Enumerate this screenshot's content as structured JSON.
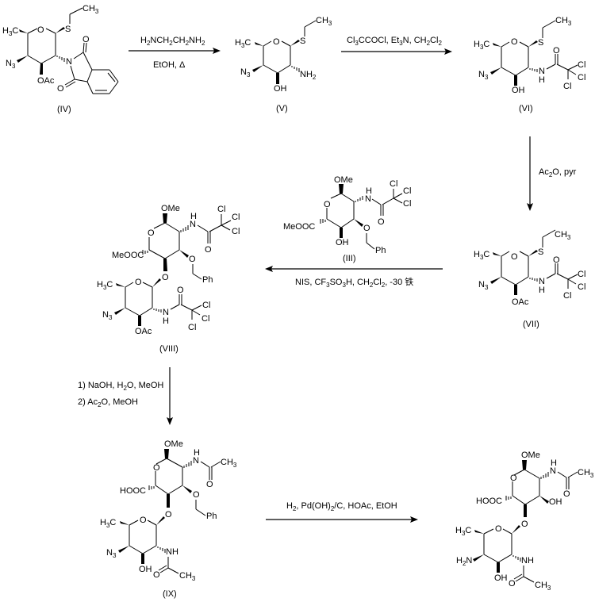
{
  "title": "Synthesis scheme of disaccharide from thioglycoside donor",
  "compounds": {
    "IV": {
      "label": "(IV)",
      "groups": {
        "methyl": "H3C",
        "azide": "N3",
        "acetoxy": "OAc",
        "thio": "S",
        "ethyl": "CH3",
        "ring_o": "O",
        "imide_n": "N",
        "imide_o1": "O",
        "imide_o2": "O"
      }
    },
    "V": {
      "label": "(V)",
      "groups": {
        "methyl": "H3C",
        "azide": "N3",
        "hydroxy": "OH",
        "amine": "NH2",
        "thio": "S",
        "ethyl": "CH3",
        "ring_o": "O"
      }
    },
    "VI": {
      "label": "(VI)",
      "groups": {
        "methyl": "H3C",
        "azide": "N3",
        "hydroxy": "OH",
        "amide_n": "N",
        "amide_h": "H",
        "carbonyl_o": "O",
        "cl1": "Cl",
        "cl2": "Cl",
        "cl3": "Cl",
        "thio": "S",
        "ethyl": "CH3",
        "ring_o": "O"
      }
    },
    "VII": {
      "label": "(VII)",
      "groups": {
        "methyl": "H3C",
        "azide": "N3",
        "acetoxy": "OAc",
        "amide_n": "N",
        "amide_h": "H",
        "carbonyl_o": "O",
        "cl1": "Cl",
        "cl2": "Cl",
        "cl3": "Cl",
        "thio": "S",
        "ethyl": "CH3",
        "ring_o": "O"
      }
    },
    "III": {
      "label": "(III)",
      "groups": {
        "ome": "OMe",
        "ester": "MeOOC",
        "hydroxy": "OH",
        "benzyl_o": "O",
        "phenyl": "Ph",
        "amide_h": "H",
        "amide_n": "N",
        "carbonyl_o": "O",
        "cl1": "Cl",
        "cl2": "Cl",
        "cl3": "Cl",
        "ring_o": "O"
      }
    },
    "VIII": {
      "label": "(VIII)",
      "groups": {
        "ome": "OMe",
        "ester": "MeOOC",
        "benzyl_o": "O",
        "phenyl": "Ph",
        "amide_h": "H",
        "amide_n": "N",
        "carbonyl_o": "O",
        "cl1": "Cl",
        "cl2": "Cl",
        "cl3": "Cl",
        "ring_o": "O",
        "glyco_o": "O",
        "methyl": "H3C",
        "azide": "N3",
        "acetoxy": "OAc",
        "amide2_n": "N",
        "amide2_h": "H",
        "carbonyl2_o": "O",
        "cl4": "Cl",
        "cl5": "Cl",
        "cl6": "Cl",
        "ring2_o": "O"
      }
    },
    "IX": {
      "label": "(IX)",
      "groups": {
        "ome": "OMe",
        "acid": "HOOC",
        "benzyl_o": "O",
        "phenyl": "Ph",
        "amide_h": "H",
        "amide_n": "N",
        "carbonyl_o": "O",
        "acetyl_me": "CH3",
        "ring_o": "O",
        "glyco_o": "O",
        "methyl": "H3C",
        "azide": "N3",
        "hydroxy": "OH",
        "nh": "NH",
        "carbonyl2_o": "O",
        "acetyl2_me": "CH3",
        "ring2_o": "O"
      }
    },
    "final": {
      "label": "",
      "groups": {
        "ome": "OMe",
        "acid": "HOOC",
        "hydroxy1": "OH",
        "amide_h": "H",
        "amide_n": "N",
        "carbonyl_o": "O",
        "acetyl_me": "CH3",
        "ring_o": "O",
        "glyco_o": "O",
        "methyl": "H3C",
        "amine": "H2N",
        "hydroxy2": "OH",
        "nh": "NH",
        "carbonyl2_o": "O",
        "acetyl2_me": "CH3",
        "ring2_o": "O"
      }
    }
  },
  "reactions": [
    {
      "id": "step1",
      "from": "IV",
      "to": "V",
      "above": "H2NCH2CH2NH2",
      "below": "EtOH, Δ"
    },
    {
      "id": "step2",
      "from": "V",
      "to": "VI",
      "above": "Cl3CCOCl, Et3N, CH2Cl2",
      "below": ""
    },
    {
      "id": "step3",
      "from": "VI",
      "to": "VII",
      "side": "Ac2O, pyr"
    },
    {
      "id": "step4",
      "from": "VII",
      "to": "VIII",
      "reagent": "(III)",
      "below": "NIS, CF3SO3H, CH2Cl2, -30 铁"
    },
    {
      "id": "step5",
      "from": "VIII",
      "to": "IX",
      "line1": "1) NaOH, H2O, MeOH",
      "line2": "2) Ac2O, MeOH"
    },
    {
      "id": "step6",
      "from": "IX",
      "to": "final",
      "above": "H2, Pd(OH)2/C, HOAc, EtOH"
    }
  ]
}
